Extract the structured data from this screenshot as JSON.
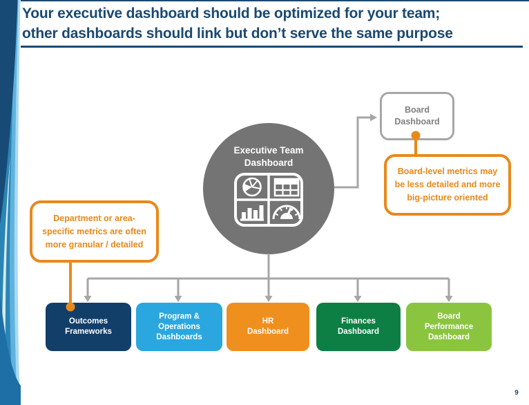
{
  "slide": {
    "title_lines": [
      "Your executive dashboard should be optimized for your team;",
      "other dashboards should link but don’t serve the same purpose"
    ],
    "page_number": "9"
  },
  "hub": {
    "lines": [
      "Executive Team",
      "Dashboard"
    ],
    "icon": "dashboard-icon"
  },
  "board_box": {
    "lines": [
      "Board",
      "Dashboard"
    ]
  },
  "notes": {
    "right": {
      "lines": [
        "Board-level metrics may",
        "be less detailed and more",
        "big-picture oriented"
      ]
    },
    "left": {
      "lines": [
        "Department or area-",
        "specific metrics are often",
        "more granular / detailed"
      ]
    }
  },
  "bottom_boxes": [
    {
      "id": "outcomes-frameworks",
      "lines": [
        "Outcomes",
        "Frameworks"
      ],
      "bg": "#123F6A"
    },
    {
      "id": "program-operations-dashboards",
      "lines": [
        "Program &",
        "Operations",
        "Dashboards"
      ],
      "bg": "#2AA7DF"
    },
    {
      "id": "hr-dashboard",
      "lines": [
        "HR",
        "Dashboard"
      ],
      "bg": "#EF8F1E"
    },
    {
      "id": "finances-dashboard",
      "lines": [
        "Finances",
        "Dashboard"
      ],
      "bg": "#0E7F44"
    },
    {
      "id": "board-performance-dashboard",
      "lines": [
        "Board",
        "Performance",
        "Dashboard"
      ],
      "bg": "#8BC540"
    }
  ],
  "colors": {
    "title_navy": "#1A4971",
    "connector_gray": "#A6A6A6",
    "hub_gray": "#747474",
    "accent_orange": "#E8891B",
    "board_text_gray": "#7F7F7F",
    "box_navy": "#123F6A",
    "box_blue": "#2AA7DF",
    "box_orange": "#EF8F1E",
    "box_green": "#0E7F44",
    "box_light_green": "#8BC540"
  }
}
